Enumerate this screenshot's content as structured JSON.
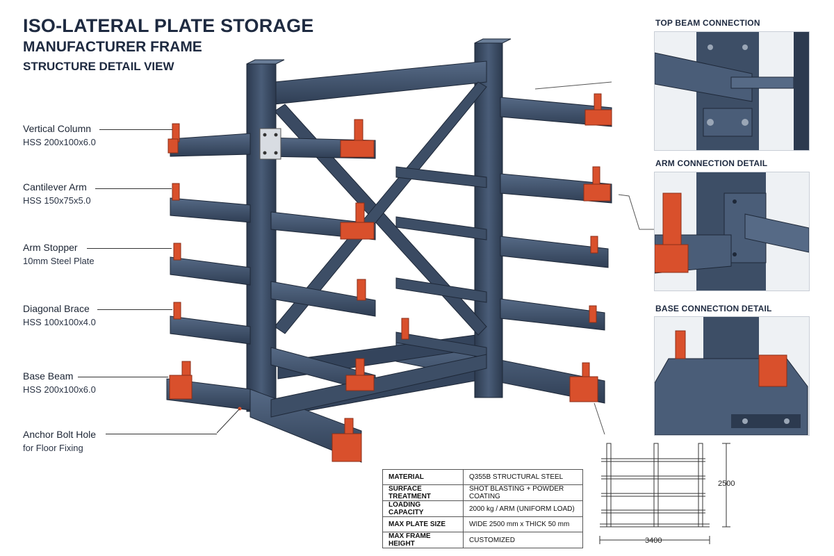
{
  "title": {
    "line1": "ISO-LATERAL PLATE STORAGE",
    "line2": "MANUFACTURER FRAME",
    "line3": "STRUCTURE DETAIL VIEW"
  },
  "callouts": [
    {
      "name": "Vertical Column",
      "spec": "HSS 200x100x6.0"
    },
    {
      "name": "Cantilever Arm",
      "spec": "HSS 150x75x5.0"
    },
    {
      "name": "Arm Stopper",
      "spec": "10mm Steel Plate"
    },
    {
      "name": "Diagonal Brace",
      "spec": "HSS 100x100x4.0"
    },
    {
      "name": "Base Beam",
      "spec": "HSS 200x100x6.0"
    },
    {
      "name": "Anchor Bolt Hole",
      "spec": "for Floor Fixing"
    }
  ],
  "detail_panels": [
    {
      "title": "TOP BEAM CONNECTION"
    },
    {
      "title": "ARM CONNECTION DETAIL"
    },
    {
      "title": "BASE CONNECTION DETAIL"
    }
  ],
  "spec_table": [
    {
      "key": "MATERIAL",
      "value": "Q355B STRUCTURAL STEEL"
    },
    {
      "key": "SURFACE TREATMENT",
      "value": "SHOT BLASTING + POWDER COATING"
    },
    {
      "key": "LOADING CAPACITY",
      "value": "2000 kg / ARM (UNIFORM LOAD)"
    },
    {
      "key": "MAX PLATE SIZE",
      "value": "WIDE 2500 mm x THICK 50 mm"
    },
    {
      "key": "MAX FRAME HEIGHT",
      "value": "CUSTOMIZED"
    }
  ],
  "dimensions": {
    "height": "2500",
    "width": "3400"
  },
  "colors": {
    "steel": "#3d4e66",
    "steel_dark": "#2c3a4f",
    "steel_light": "#566a86",
    "stopper": "#d9502c"
  }
}
